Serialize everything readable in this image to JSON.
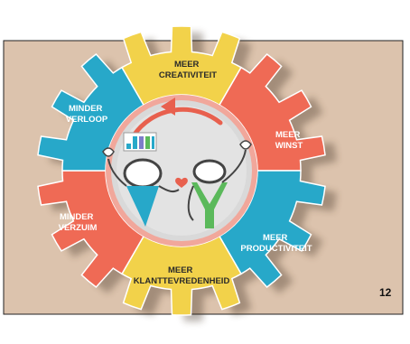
{
  "diagram": {
    "segments": [
      {
        "id": "meer-creativiteit",
        "line1": "MEER",
        "line2": "CREATIVITEIT",
        "color": "#f2d24a",
        "text_tone": "dark"
      },
      {
        "id": "meer-winst",
        "line1": "MEER",
        "line2": "WINST",
        "color": "#ef6a55",
        "text_tone": "light"
      },
      {
        "id": "meer-productiviteit",
        "line1": "MEER",
        "line2": "PRODUCTIVITEIT",
        "color": "#27a8c9",
        "text_tone": "light"
      },
      {
        "id": "meer-klanttevredenheid",
        "line1": "MEER",
        "line2": "KLANTTEVREDENHEID",
        "color": "#f2d24a",
        "text_tone": "dark"
      },
      {
        "id": "minder-verzuim",
        "line1": "MINDER",
        "line2": "VERZUIM",
        "color": "#ef6a55",
        "text_tone": "light"
      },
      {
        "id": "minder-verloop",
        "line1": "MINDER",
        "line2": "VERLOOP",
        "color": "#27a8c9",
        "text_tone": "light"
      }
    ],
    "center_icons": [
      "binders-icon",
      "smiley-figures-icon",
      "cycle-arrow-icon"
    ],
    "colors": {
      "backdrop": "#dcc3ad",
      "hub": "#d9d9d9",
      "hub_ring": "#f1a79b",
      "arrow": "#e8604e",
      "teal": "#27a8c9",
      "green": "#5bb95b"
    }
  },
  "page": {
    "number": "12"
  }
}
